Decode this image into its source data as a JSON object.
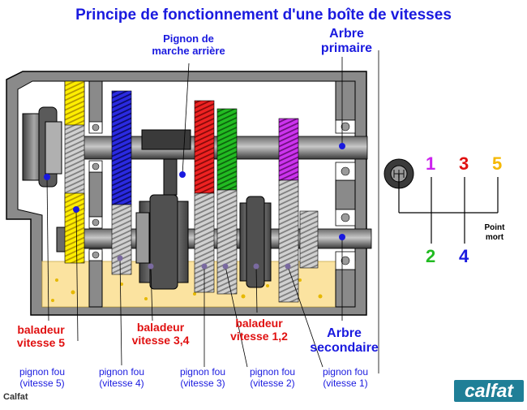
{
  "title": "Principe de fonctionnement d'une boîte de vitesses",
  "labels": {
    "reverse_gear_line1": "Pignon de",
    "reverse_gear_line2": "marche arrière",
    "primary_shaft_line1": "Arbre",
    "primary_shaft_line2": "primaire",
    "secondary_shaft_line1": "Arbre",
    "secondary_shaft_line2": "secondaire",
    "dog5_line1": "baladeur",
    "dog5_line2": "vitesse 5",
    "dog34_line1": "baladeur",
    "dog34_line2": "vitesse 3,4",
    "dog12_line1": "baladeur",
    "dog12_line2": "vitesse 1,2",
    "idler5_line1": "pignon fou",
    "idler5_line2": "(vitesse 5)",
    "idler4_line1": "pignon fou",
    "idler4_line2": "(vitesse 4)",
    "idler3_line1": "pignon fou",
    "idler3_line2": "(vitesse 3)",
    "idler2_line1": "pignon fou",
    "idler2_line2": "(vitesse 2)",
    "idler1_line1": "pignon fou",
    "idler1_line2": "(vitesse 1)"
  },
  "shift_pattern": {
    "gear1": "1",
    "gear2": "2",
    "gear3": "3",
    "gear4": "4",
    "gear5": "5",
    "neutral_line1": "Point",
    "neutral_line2": "mort"
  },
  "credit": "Calfat",
  "logo_text": "calfat",
  "colors": {
    "gear5": "#ffee00",
    "gear4": "#2020dd",
    "gear3": "#ee2222",
    "gear2": "#22bb22",
    "gear1": "#cc33ee",
    "gear5_label": "#f5b800",
    "gear3_label": "#e01010",
    "gear2_label": "#22bb22",
    "gear4_label": "#1a1adf",
    "gear1_label": "#cc22ee",
    "oil": "#fbe3a0",
    "label_blue": "#1a1adf",
    "label_red": "#e01010"
  }
}
